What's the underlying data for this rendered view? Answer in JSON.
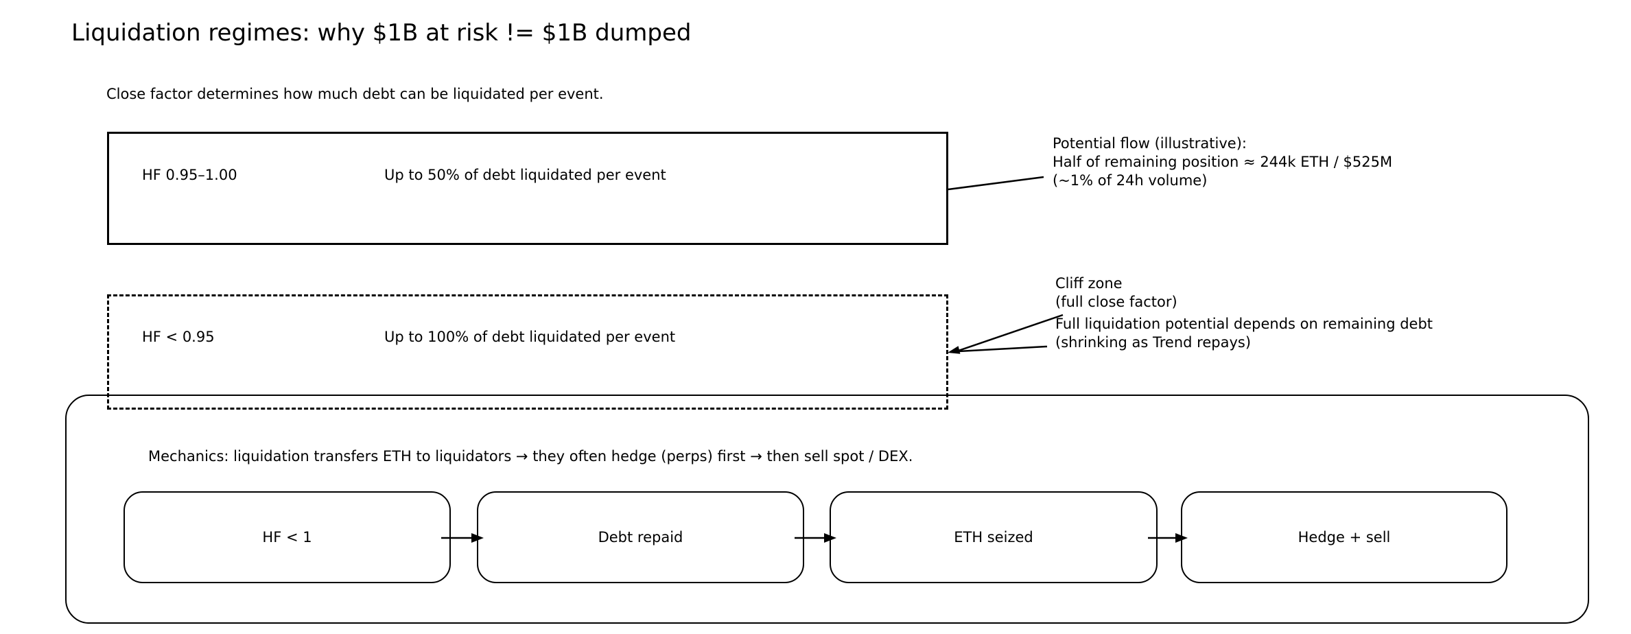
{
  "title": "Liquidation regimes: why $1B at risk != $1B dumped",
  "subtitle": "Close factor determines how much debt can be liquidated per event.",
  "regimes": [
    {
      "range": "HF 0.95–1.00",
      "rule": "Up to 50% of debt liquidated per event",
      "border_style": "solid"
    },
    {
      "range": "HF < 0.95",
      "rule": "Up to 100% of debt liquidated per event",
      "border_style": "dashed"
    }
  ],
  "annotations": {
    "potential_flow": {
      "line1": "Potential flow (illustrative):",
      "line2": "Half of remaining position ≈ 244k ETH / $525M",
      "line3": "(~1% of 24h volume)"
    },
    "cliff_zone": {
      "line1": "Cliff zone",
      "line2": "(full close factor)"
    },
    "full_liquidation": {
      "line1": "Full liquidation potential depends on remaining debt",
      "line2": "(shrinking as Trend repays)"
    }
  },
  "mechanics": {
    "caption": "Mechanics: liquidation transfers ETH to liquidators → they often hedge (perps) first → then sell spot / DEX.",
    "steps": [
      "HF < 1",
      "Debt repaid",
      "ETH seized",
      "Hedge + sell"
    ]
  },
  "colors": {
    "ink": "#000000",
    "background": "#ffffff"
  }
}
